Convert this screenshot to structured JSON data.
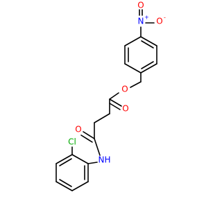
{
  "colors": {
    "bond": "#000000",
    "nitrogen": "#0000ff",
    "oxygen": "#ff0000",
    "chlorine": "#00aa00"
  },
  "atoms": {
    "nitro_n": {
      "symbol": "N",
      "charge": "+"
    },
    "nitro_o_top": {
      "symbol": "O"
    },
    "nitro_o_right": {
      "symbol": "O",
      "charge": "-"
    },
    "ester_o": {
      "symbol": "O"
    },
    "ester_carbonyl_o": {
      "symbol": "O"
    },
    "amide_o": {
      "symbol": "O"
    },
    "amide_n": {
      "symbol": "N"
    },
    "amide_h": {
      "symbol": "H"
    },
    "chlorine": {
      "symbol": "Cl"
    }
  }
}
